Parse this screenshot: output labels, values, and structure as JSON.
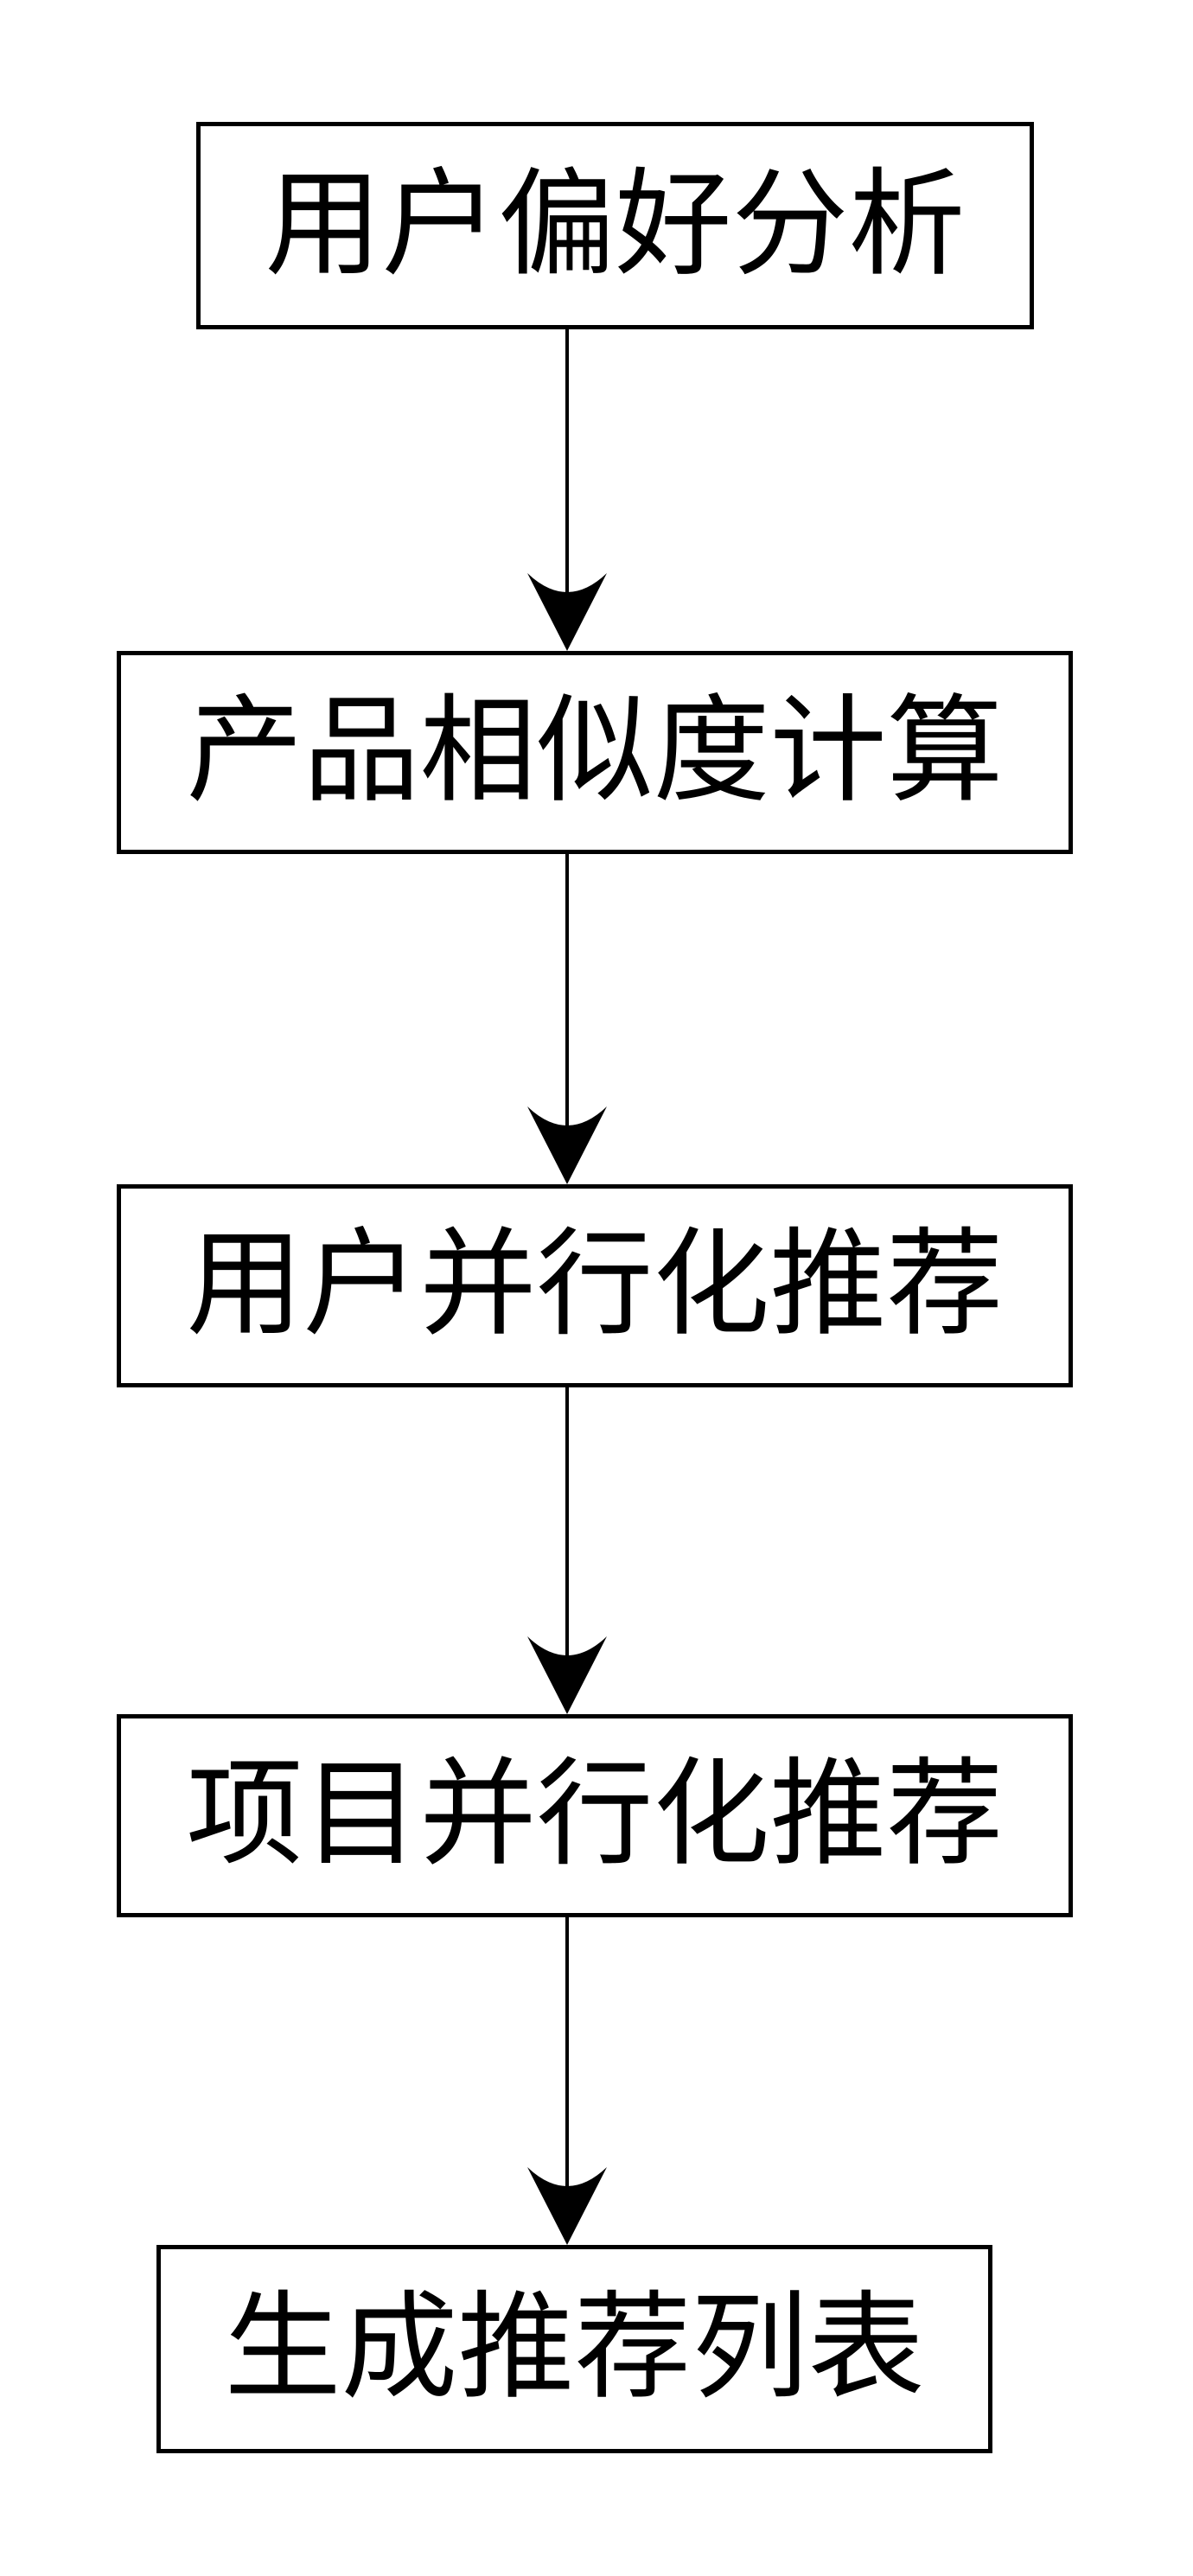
{
  "figure": {
    "kind": "flowchart",
    "background_color": "#ffffff",
    "stroke_color": "#000000"
  },
  "nodes": [
    {
      "label": "用户偏好分析"
    },
    {
      "label": "产品相似度计算"
    },
    {
      "label": "用户并行化推荐"
    },
    {
      "label": "项目并行化推荐"
    },
    {
      "label": "生成推荐列表"
    }
  ],
  "edges": [
    {
      "from": 0,
      "to": 1,
      "style": "solid-arrow-down"
    },
    {
      "from": 1,
      "to": 2,
      "style": "solid-arrow-down"
    },
    {
      "from": 2,
      "to": 3,
      "style": "solid-arrow-down"
    },
    {
      "from": 3,
      "to": 4,
      "style": "solid-arrow-down"
    }
  ]
}
